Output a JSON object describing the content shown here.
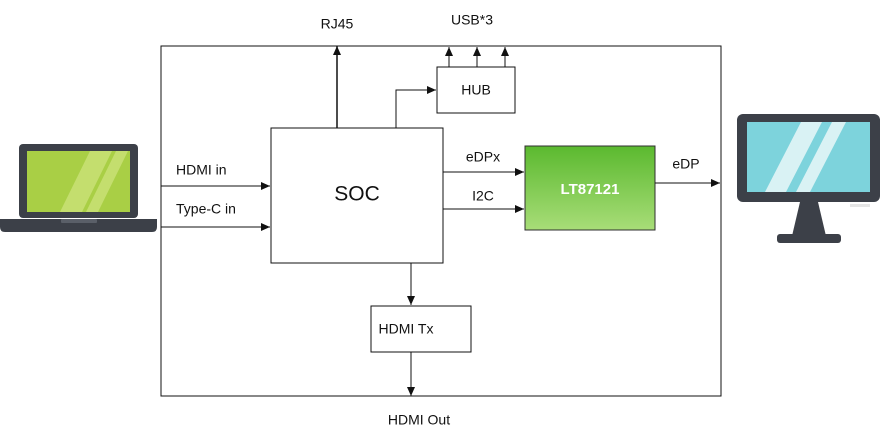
{
  "diagram": {
    "blocks": {
      "soc": "SOC",
      "hub": "HUB",
      "hdmi_tx": "HDMI Tx",
      "lt": "LT87121"
    },
    "labels": {
      "rj45": "RJ45",
      "usb": "USB*3",
      "hdmi_in": "HDMI in",
      "type_c_in": "Type-C in",
      "edpx": "eDPx",
      "i2c": "I2C",
      "edp": "eDP",
      "hdmi_out": "HDMI Out"
    },
    "icons": {
      "source": "laptop-icon",
      "display": "monitor-icon"
    },
    "colors": {
      "lt_chip_top": "#66c33a",
      "lt_chip_bottom": "#a8dd78",
      "laptop_screen": "#a9cf45",
      "laptop_frame": "#3c4048",
      "monitor_screen": "#7dd3dc",
      "monitor_frame": "#3c4048"
    }
  }
}
